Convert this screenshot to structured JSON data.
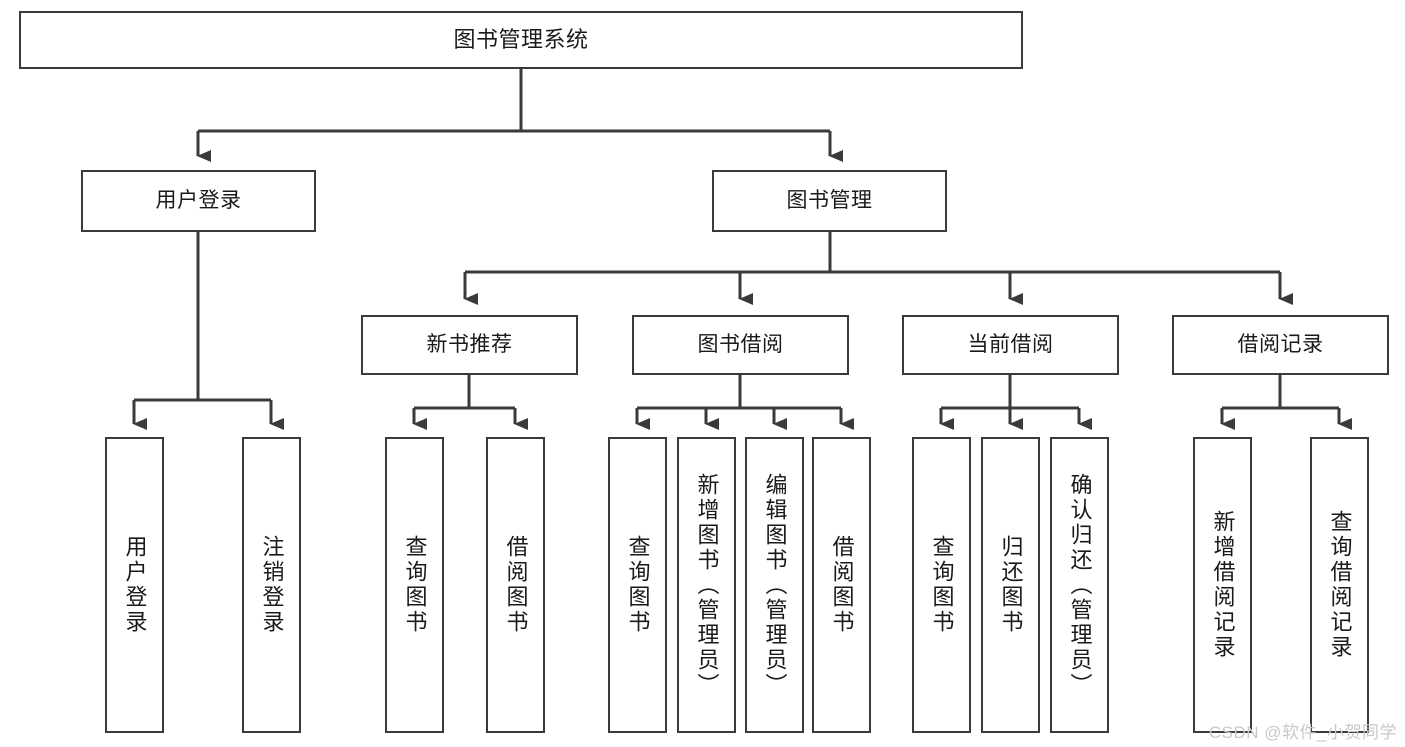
{
  "diagram": {
    "title": "图书管理系统",
    "type": "tree-structure-diagram",
    "stroke_color": "#3a3a3a",
    "background_color": "#ffffff",
    "text_color": "#1a1a1a"
  },
  "nodes": {
    "root": {
      "label": "图书管理系统"
    },
    "level2": [
      {
        "label": "用户登录"
      },
      {
        "label": "图书管理"
      }
    ],
    "level3": [
      {
        "label": "新书推荐"
      },
      {
        "label": "图书借阅"
      },
      {
        "label": "当前借阅"
      },
      {
        "label": "借阅记录"
      }
    ],
    "leaves": {
      "user_login": [
        {
          "label": "用户登录"
        },
        {
          "label": "注销登录"
        }
      ],
      "new_book_recommend": [
        {
          "label": "查询图书"
        },
        {
          "label": "借阅图书"
        }
      ],
      "book_borrow": [
        {
          "label": "查询图书"
        },
        {
          "label": "新增图书（管理员）"
        },
        {
          "label": "编辑图书（管理员）"
        },
        {
          "label": "借阅图书"
        }
      ],
      "current_borrow": [
        {
          "label": "查询图书"
        },
        {
          "label": "归还图书"
        },
        {
          "label": "确认归还（管理员）"
        }
      ],
      "borrow_record": [
        {
          "label": "新增借阅记录"
        },
        {
          "label": "查询借阅记录"
        }
      ]
    }
  },
  "watermark": {
    "text": "CSDN @软件_小贺同学"
  }
}
